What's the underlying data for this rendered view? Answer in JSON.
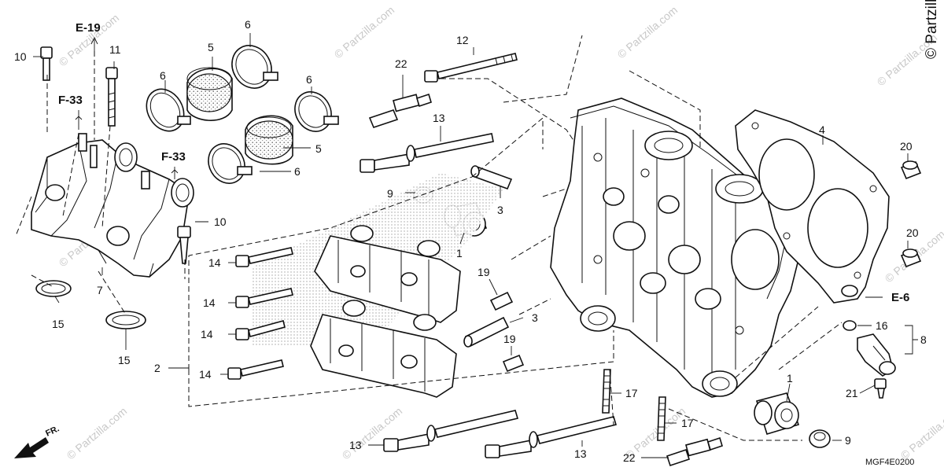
{
  "diagram": {
    "code": "MGF4E0200",
    "copyright": "© Partzilla.com",
    "watermark": "© Partzilla.com",
    "front_label": "FR.",
    "refs": {
      "e19": "E-19",
      "f33_left": "F-33",
      "f33_mid": "F-33",
      "e6": "E-6"
    },
    "callouts": {
      "c10a": "10",
      "c11": "11",
      "c6a": "6",
      "c5a": "5",
      "c6b": "6",
      "c6c": "6",
      "c5b": "5",
      "c6d": "6",
      "c12": "12",
      "c22a": "22",
      "c13a": "13",
      "c4": "4",
      "c20a": "20",
      "c9a": "9",
      "c3a": "3",
      "c20b": "20",
      "c10b": "10",
      "c1a": "1",
      "c14a": "14",
      "c19a": "19",
      "c7": "7",
      "c14b": "14",
      "c3b": "3",
      "c15a": "15",
      "c16": "16",
      "c8": "8",
      "c14c": "14",
      "c19b": "19",
      "c15b": "15",
      "c2": "2",
      "c14d": "14",
      "c1b": "1",
      "c21": "21",
      "c17a": "17",
      "c17b": "17",
      "c13b": "13",
      "c9b": "9",
      "c13c": "13",
      "c22b": "22"
    }
  }
}
